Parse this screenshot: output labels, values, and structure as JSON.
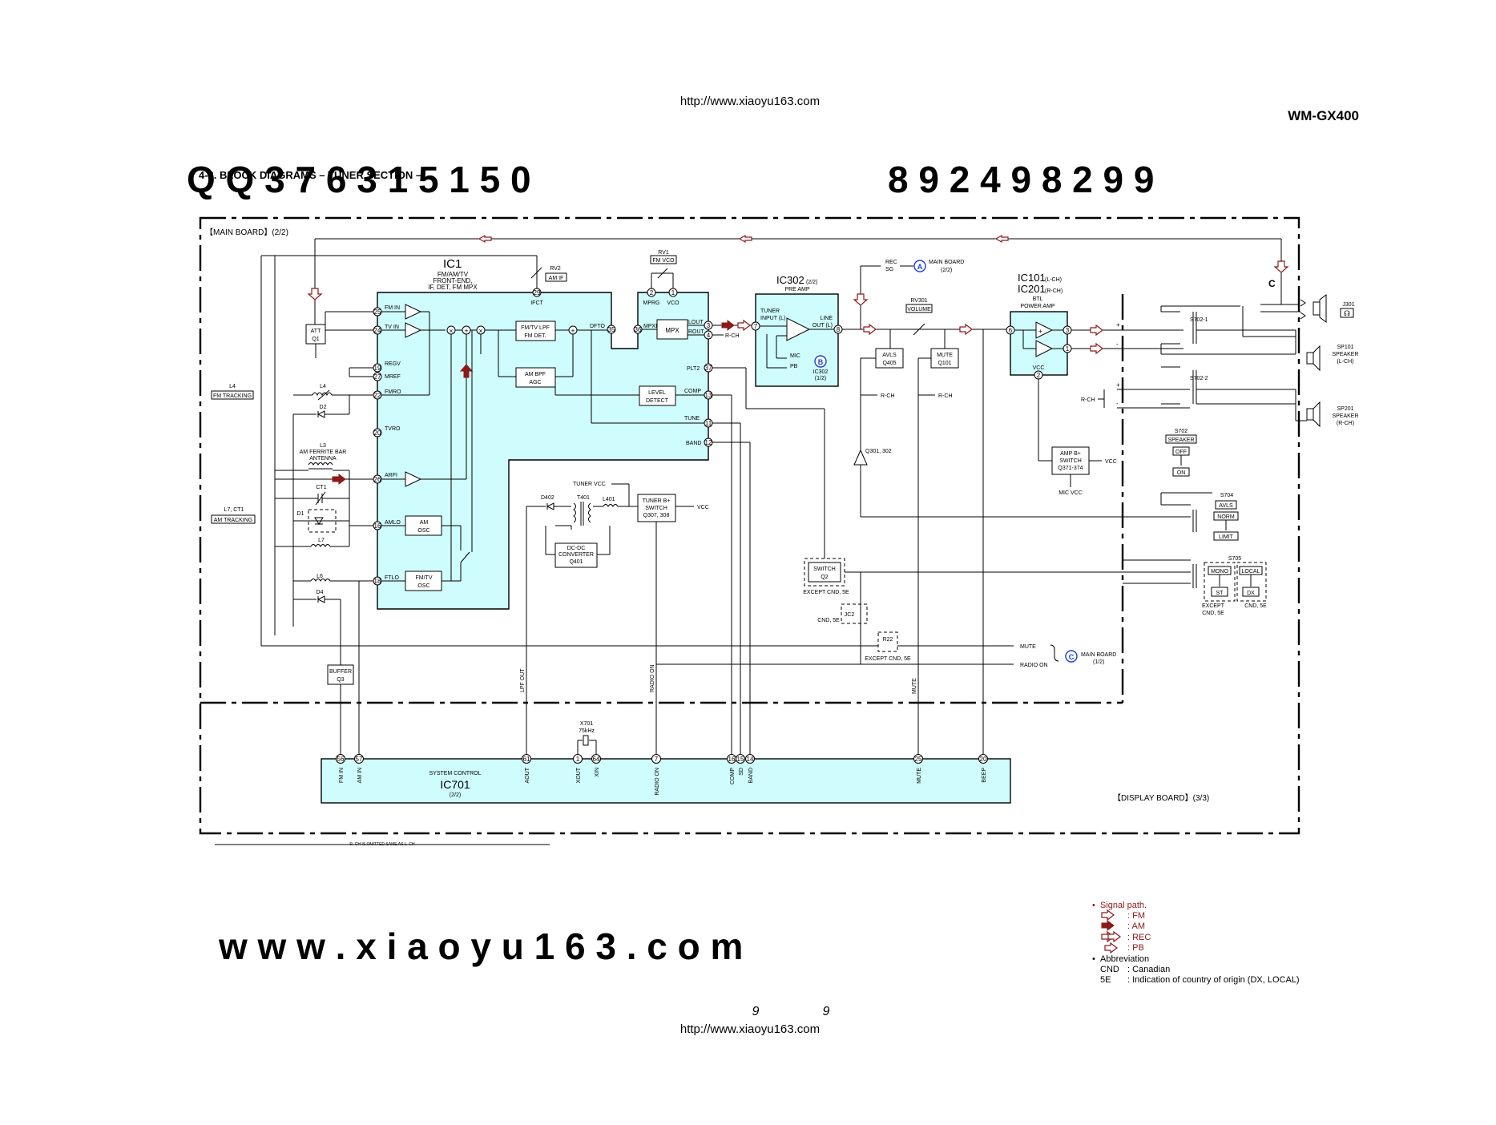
{
  "header": {
    "url": "http://www.xiaoyu163.com",
    "model": "WM-GX400",
    "section_title": "4-3. BLOCK DIAGRAMS – TUNER SECTION –",
    "watermark_top_left": "Q Q 3 7 6 3 1 5 1 5 0",
    "watermark_top_right": "8 9 2 4 9 8 2 9 9",
    "watermark_bottom": "w w w . x i a o y u 1 6 3 . c o m"
  },
  "boards": {
    "main": "【MAIN BOARD】(2/2)",
    "display": "【DISPLAY BOARD】(3/3)"
  },
  "ic1": {
    "name": "IC1",
    "desc1": "FM/AM/TV",
    "desc2": "FRONT-END,",
    "desc3": "IF, DET, FM MPX",
    "pins": {
      "p25": "25",
      "p24": "24",
      "p19": "19",
      "p27": "27",
      "p22": "22",
      "p20": "20",
      "p26": "26",
      "p16": "16",
      "p18": "18",
      "p29": "29",
      "p35": "35",
      "p36": "36",
      "p2": "2",
      "p1": "1",
      "p3": "3",
      "p4": "4",
      "p37": "37",
      "p13": "13",
      "p11": "11",
      "p12": "12"
    },
    "labels": {
      "fm_in": "FM IN",
      "tv_in": "TV IN",
      "regv": "REGV",
      "mref": "MREF",
      "fmro": "FMRO",
      "tvro": "TVRO",
      "arfi": "ARFI",
      "amlo": "AMLO",
      "ftlo": "FTLO",
      "ifct": "IFCT",
      "dfto": "DFTO",
      "mpxi": "MPXI",
      "mprg": "MPRG",
      "vco": "VCO",
      "lout": "LOUT",
      "rout": "ROUT",
      "plt2": "PLT2",
      "comp": "COMP",
      "tune": "TUNE",
      "band": "BAND"
    },
    "blocks": {
      "lpf1": "FM/TV LPF",
      "lpf2": "FM DET.",
      "bpf1": "AM BPF",
      "bpf2": "AGC",
      "mpx": "MPX",
      "level1": "LEVEL",
      "level2": "DETECT",
      "amosc1": "AM",
      "amosc2": "OSC",
      "fmosc1": "FM/TV",
      "fmosc2": "OSC"
    }
  },
  "front": {
    "att1": "ATT",
    "att2": "Q1",
    "l4": "L4",
    "l4_box": "FM TRACKING",
    "l4_coil": "L4",
    "d2": "D2",
    "l3": "L3",
    "l3_desc1": "AM FERRITE BAR",
    "l3_desc2": "ANTENNA",
    "ct1": "CT1",
    "d1": "D1",
    "l7": "L7",
    "l7ct1": "L7, CT1",
    "l7ct1_box": "AM TRACKING",
    "l6": "L6",
    "d4": "D4",
    "buffer1": "BUFFER",
    "buffer2": "Q3"
  },
  "rv": {
    "rv1": "RV1",
    "rv1_box": "FM VCO",
    "rv2": "RV2",
    "rv2_box": "AM IF"
  },
  "ic302": {
    "name": "IC302",
    "part": "(2/2)",
    "desc": "PRE AMP",
    "in1": "TUNER",
    "in2": "INPUT (L)",
    "out1": "LINE",
    "out2": "OUT (L)",
    "p7": "7",
    "p8": "8",
    "mic": "MIC",
    "pb": "PB",
    "ref_b": "B",
    "ref_b_ic": "IC302",
    "ref_b_part": "(1/2)",
    "rch": "R-CH"
  },
  "mid": {
    "rec1": "REC",
    "rec2": "SG",
    "ref_a": "A",
    "ref_a_board": "MAIN BOARD",
    "ref_a_part": "(2/2)",
    "rv301": "RV301",
    "rv301_box": "VOLUME",
    "avls1": "AVLS",
    "avls2": "Q405",
    "mute1": "MUTE",
    "mute2": "Q101",
    "rch1": "R-CH",
    "rch2": "R-CH",
    "q301": "Q301, 302",
    "tuner_vcc": "TUNER VCC",
    "d402": "D402",
    "t401": "T401",
    "l401": "L401",
    "tbs1": "TUNER B+",
    "tbs2": "SWITCH",
    "tbs3": "Q307, 308",
    "vcc1": "VCC",
    "dc1": "DC-DC",
    "dc2": "CONVERTER",
    "dc3": "Q401",
    "sw1": "SWITCH",
    "sw2": "Q2",
    "sw_except": "EXCEPT CND, 5E",
    "jc2": "JC2",
    "jc2_cnd": "CND, 5E",
    "r22": "R22",
    "r22_except": "EXCEPT CND, 5E",
    "mute_line": "MUTE",
    "radio_on_line": "RADIO ON",
    "ref_c": "C",
    "ref_c_board": "MAIN BOARD",
    "ref_c_part": "(1/2)"
  },
  "ic101": {
    "name1": "IC101",
    "name1_ch": "(L-CH)",
    "name2": "IC201",
    "name2_ch": "(R-CH)",
    "desc1": "BTL",
    "desc2": "POWER AMP",
    "p6": "6",
    "p3": "3",
    "p1": "1",
    "p2": "2",
    "vcc": "VCC",
    "ampb1": "AMP B+",
    "ampb2": "SWITCH",
    "ampb3": "Q371-374",
    "ampb_vcc": "VCC",
    "mic_vcc": "MIC VCC"
  },
  "out": {
    "j301": "J301",
    "headphone": "☊",
    "s702_1": "S702-1",
    "s702_2": "S702-2",
    "sp101_1": "SP101",
    "sp101_2": "SPEAKER",
    "sp101_3": "(L-CH)",
    "sp201_1": "SP201",
    "sp201_2": "SPEAKER",
    "sp201_3": "(R-CH)",
    "rch": "R-CH",
    "plus": "+",
    "minus": "-",
    "s702": "S702",
    "s702_box": "SPEAKER",
    "off": "OFF",
    "on": "ON",
    "s704": "S704",
    "avls": "AVLS",
    "norm": "NORM",
    "limit": "LIMIT",
    "s705": "S705",
    "mono": "MONO",
    "local": "LOCAL",
    "st": "ST",
    "dx": "DX",
    "except1": "EXCEPT",
    "except2": "CND, 5E",
    "cnd5e": "CND, 5E"
  },
  "ic701": {
    "title": "SYSTEM CONTROL",
    "name": "IC701",
    "part": "(2/2)",
    "x701": "X701",
    "x701_freq": "75kHz",
    "pins": [
      "56",
      "57",
      "61",
      "1",
      "64",
      "7",
      "16",
      "15",
      "14",
      "25",
      "20"
    ],
    "pin_labels": [
      "FM IN",
      "AM IN",
      "AOUT",
      "XOUT",
      "XIN",
      "RADIO ON",
      "COMP",
      "SD",
      "BAND",
      "MUTE",
      "BEEP"
    ],
    "vlabels": {
      "lpf_out": "LPF OUT",
      "radio_on": "RADIO ON",
      "mute": "MUTE"
    }
  },
  "footer": {
    "rch_note": "R–CH IS OMITTED SAME AS L–CH",
    "page_left": "9",
    "page_right": "9",
    "url": "http://www.xiaoyu163.com"
  },
  "legend": {
    "signal_path": "Signal path.",
    "fm": ": FM",
    "am": ": AM",
    "rec": ": REC",
    "pb": ": PB",
    "abbreviation": "Abbreviation",
    "cnd": "CND",
    "cnd_desc": ": Canadian",
    "e5": "5E",
    "e5_desc": ": Indication of country of origin (DX, LOCAL)"
  },
  "colors": {
    "chip_fill": "#cffcfc",
    "signal_red": "#8b1a1a",
    "ref_blue": "#1a3fd8",
    "url_blue": "#6fa0d8"
  }
}
